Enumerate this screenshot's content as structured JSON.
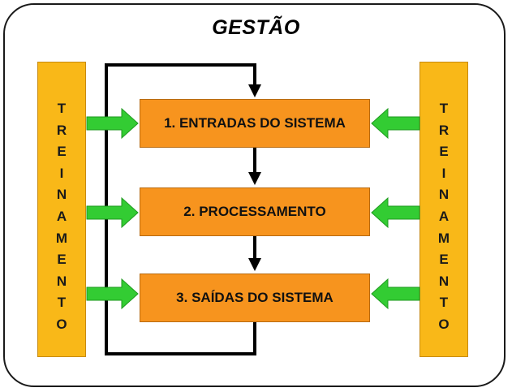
{
  "diagram": {
    "title": "GESTÃO",
    "left_bar": [
      "T",
      "R",
      "E",
      "I",
      "N",
      "A",
      "M",
      "E",
      "N",
      "T",
      "O"
    ],
    "right_bar": [
      "T",
      "R",
      "E",
      "I",
      "N",
      "A",
      "M",
      "E",
      "N",
      "T",
      "O"
    ],
    "steps": [
      {
        "label": "1. ENTRADAS DO SISTEMA"
      },
      {
        "label": "2. PROCESSAMENTO"
      },
      {
        "label": "3. SAÍDAS DO SISTEMA"
      }
    ],
    "colors": {
      "bar_fill": "#f9b818",
      "step_fill": "#f7941e",
      "side_arrow": "#33cc33",
      "flow_arrow": "#000000"
    }
  }
}
